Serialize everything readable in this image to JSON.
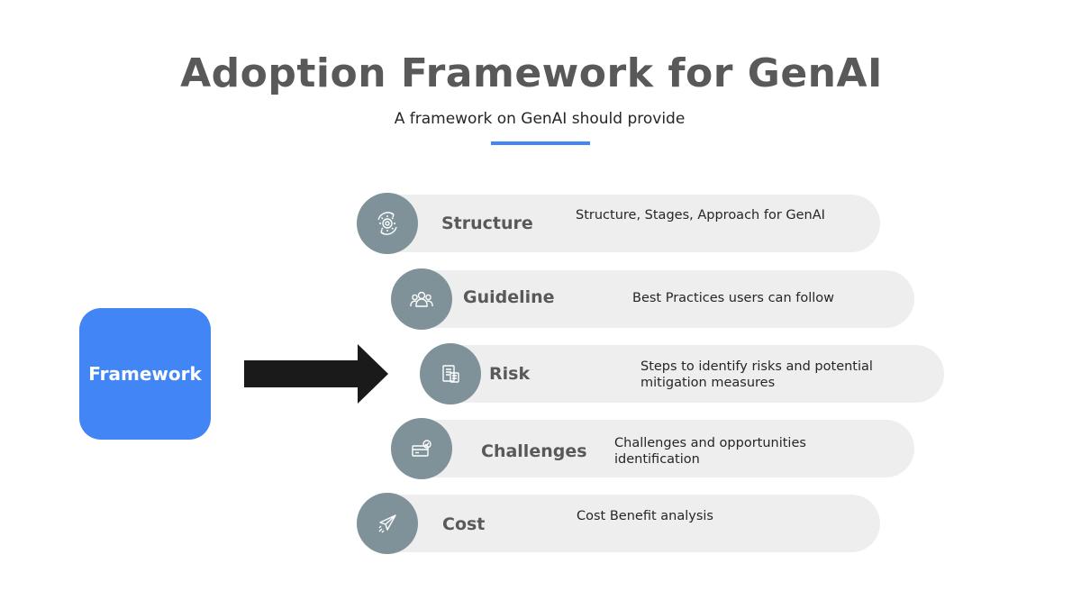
{
  "header": {
    "title": "Adoption Framework for GenAI",
    "subtitle": "A framework on GenAI should provide"
  },
  "source": {
    "label": "Framework"
  },
  "colors": {
    "accent": "#4285f4",
    "icon_circle": "#7f9199",
    "pill": "#eeeeee",
    "arrow": "#1a1a1a"
  },
  "items": [
    {
      "label": "Structure",
      "description": "Structure, Stages, Approach for GenAI",
      "icon": "gear-cycle-icon"
    },
    {
      "label": "Guideline",
      "description": "Best Practices users can follow",
      "icon": "people-group-icon"
    },
    {
      "label": "Risk",
      "description": "Steps to identify risks and potential\nmitigation measures",
      "icon": "document-checklist-icon"
    },
    {
      "label": "Challenges",
      "description": "Challenges and opportunities\nidentification",
      "icon": "wallet-check-icon"
    },
    {
      "label": "Cost",
      "description": "Cost Benefit analysis",
      "icon": "paper-plane-icon"
    }
  ]
}
